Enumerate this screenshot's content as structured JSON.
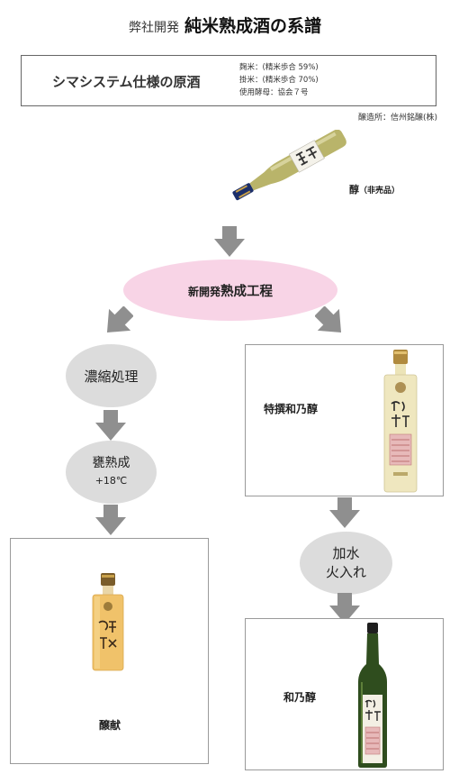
{
  "header": {
    "title_prefix": "弊社開発",
    "title_main": "純米熟成酒の系譜"
  },
  "spec_box": {
    "name": "シマシステム仕様の原酒",
    "lines": [
      "麹米：(精米歩合 59%)",
      "掛米：(精米歩合 70%)",
      "使用酵母：協会７号"
    ]
  },
  "brewery": "醸造所：信州銘醸(株)",
  "source_sake": {
    "label": "醇",
    "note": "（非売品）"
  },
  "process": {
    "small": "新開発",
    "big": "熟成工程"
  },
  "left_branch": {
    "step1": "濃縮処理",
    "step2": "甕熟成",
    "step2_temp": "+18℃",
    "product": "醸献"
  },
  "right_branch": {
    "product1": "特撰和乃醇",
    "step": [
      "加水",
      "火入れ"
    ],
    "product2": "和乃醇"
  },
  "colors": {
    "arrow": "#8f8f8f",
    "process_ellipse": "#f8d4e6",
    "step_ellipse": "#dcdcdc",
    "panel_border": "#9a9a9a"
  }
}
